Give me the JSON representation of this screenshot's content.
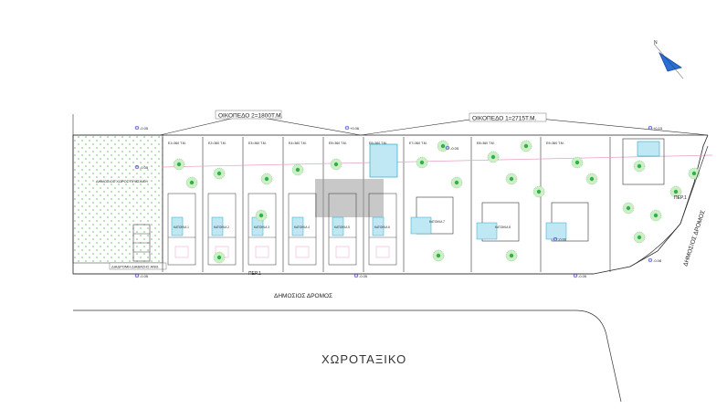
{
  "plot_2_label": "ΟΙΚΟΠΕΔΟ 2=1800Τ.Μ.",
  "plot_1_label": "ΟΙΚΟΠΕΔΟ 1=2715Τ.Μ.",
  "public_road_bottom": "ΔΗΜΟΣΙΟΣ ΔΡΟΜΟΣ",
  "public_road_right": "ΔΗΜΟΣΙΟΣ ΔΡΟΜΟΣ",
  "public_green_space": "ΔΗΜΟΣΙΟΣ ΧΩΡΟΣ ΠΡΑΣΙΝΟΥ",
  "bus_stop": "ΔΙΑΔΡΟΜΗ ΔΙΑΒΑΣΗΣ ΑΝΘ.",
  "entrance_labels": [
    "ΠΕΡ.1",
    "ΠΕΡ.1"
  ],
  "drawing_title": "ΧΩΡΟΤΑΞΙΚΟ",
  "elevations": [
    "-0.05",
    "+0.06",
    "-0.05",
    "+0.15",
    "-0.08",
    "-0.05",
    "-0.05",
    "-0.05",
    "-0.05",
    "-0.05"
  ],
  "lot_areas": [
    "Ε1=360 Τ.Μ.",
    "Ε2=360 Τ.Μ.",
    "Ε3=360 Τ.Μ.",
    "Ε4=360 Τ.Μ.",
    "Ε5=360 Τ.Μ.",
    "Ε6=360 Τ.Μ.",
    "Ε7=360 Τ.Μ.",
    "Ε8=360 Τ.Μ.",
    "Ε9=360 Τ.Μ."
  ],
  "house_labels": [
    "ΚΑΤΟΙΚΙΑ 1",
    "ΚΑΤΟΙΚΙΑ 2",
    "ΚΑΤΟΙΚΙΑ 3",
    "ΚΑΤΟΙΚΙΑ 4",
    "ΚΑΤΟΙΚΙΑ 5",
    "ΚΑΤΟΙΚΙΑ 6",
    "ΚΑΤΟΙΚΙΑ 7",
    "ΚΑΤΟΙΚΙΑ 8"
  ],
  "colors": {
    "line": "#333333",
    "tree": "#2db34a",
    "pink": "#e8a0c8",
    "cyan": "#2aa8c8",
    "blue_mark": "#3a3acc",
    "gray_block": "#9a9a9a"
  }
}
